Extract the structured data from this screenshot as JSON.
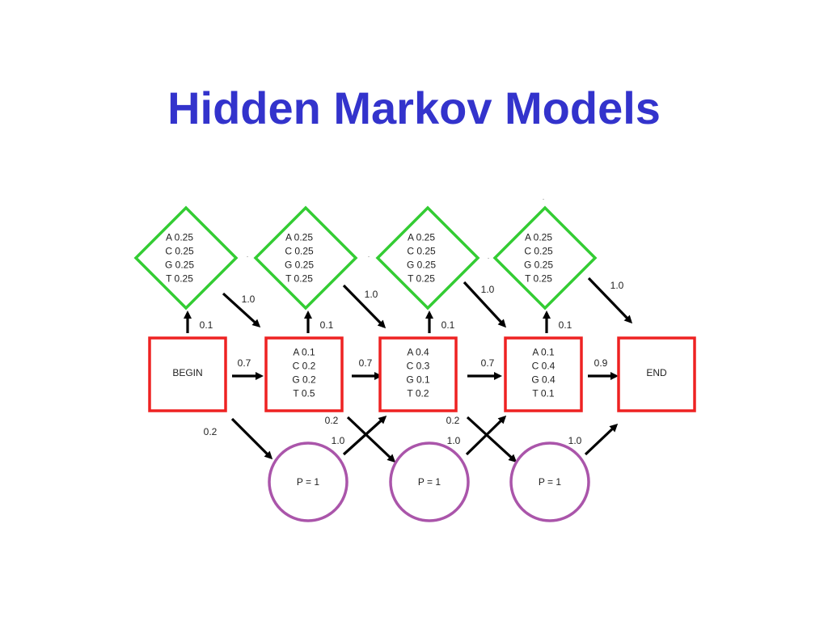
{
  "title": "Hidden Markov Models",
  "colors": {
    "title": "#3333cc",
    "match_state": "#ee2222",
    "insert_state": "#33cc33",
    "delete_state": "#aa55aa",
    "arrow": "#000000"
  },
  "insert_states": [
    {
      "lines": [
        "A 0.25",
        "C 0.25",
        "G 0.25",
        "T 0.25"
      ]
    },
    {
      "lines": [
        "A 0.25",
        "C 0.25",
        "G 0.25",
        "T 0.25"
      ]
    },
    {
      "lines": [
        "A 0.25",
        "C 0.25",
        "G 0.25",
        "T 0.25"
      ]
    },
    {
      "lines": [
        "A 0.25",
        "C 0.25",
        "G 0.25",
        "T 0.25"
      ]
    }
  ],
  "match_states": [
    {
      "lines": [
        "BEGIN"
      ]
    },
    {
      "lines": [
        "A 0.1",
        "C 0.2",
        "G 0.2",
        "T 0.5"
      ]
    },
    {
      "lines": [
        "A 0.4",
        "C 0.3",
        "G 0.1",
        "T 0.2"
      ]
    },
    {
      "lines": [
        "A 0.1",
        "C 0.4",
        "G 0.4",
        "T 0.1"
      ]
    },
    {
      "lines": [
        "END"
      ]
    }
  ],
  "delete_states": [
    {
      "label": "P = 1"
    },
    {
      "label": "P = 1"
    },
    {
      "label": "P = 1"
    }
  ],
  "edge_labels": {
    "up": [
      "0.1",
      "0.1",
      "0.1",
      "0.1"
    ],
    "down_from_insert": [
      "1.0",
      "1.0",
      "1.0",
      "1.0"
    ],
    "horizontal": [
      "0.7",
      "0.7",
      "0.7",
      "0.9"
    ],
    "to_delete": [
      "0.2",
      "0.2",
      "0.2"
    ],
    "from_delete": [
      "1.0",
      "1.0",
      "1.0"
    ]
  }
}
